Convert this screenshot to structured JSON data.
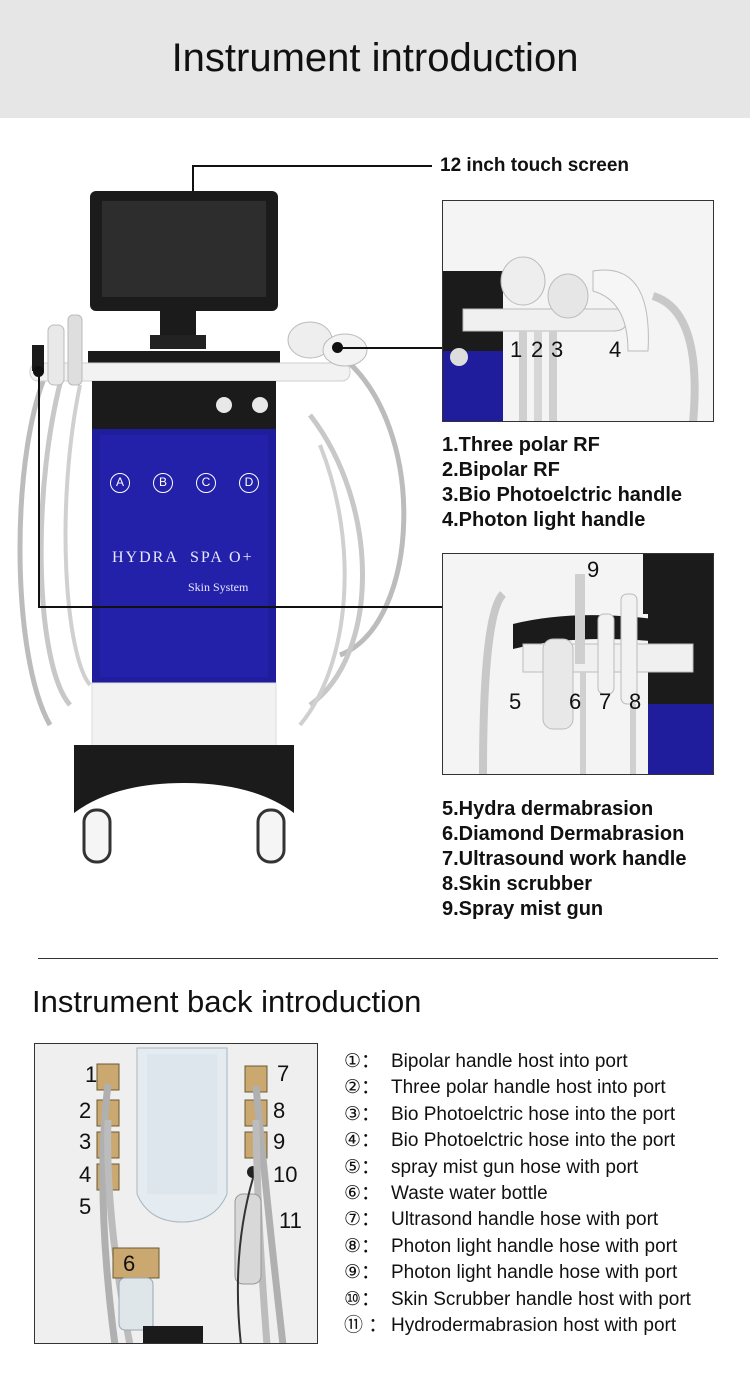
{
  "header": {
    "title": "Instrument introduction"
  },
  "callouts": {
    "screen_label": "12 inch touch screen"
  },
  "machine": {
    "brand": "HYDRA  SPA O+",
    "subtitle": "Skin System",
    "bottle_labels": [
      "A",
      "B",
      "C",
      "D"
    ],
    "colors": {
      "panel_blue": "#1f1d9c",
      "body_black": "#1b1b1b",
      "body_white": "#f2f2f2"
    }
  },
  "detail_top": {
    "numbers": [
      "1",
      "2",
      "3",
      "4"
    ],
    "items": [
      "1.Three polar RF",
      "2.Bipolar RF",
      "3.Bio Photoelctric handle",
      "4.Photon light handle"
    ]
  },
  "detail_bottom": {
    "numbers": [
      "5",
      "6",
      "7",
      "8",
      "9"
    ],
    "items": [
      "5.Hydra dermabrasion",
      "6.Diamond Dermabrasion",
      "7.Ultrasound work handle",
      "8.Skin scrubber",
      "9.Spray mist gun"
    ]
  },
  "back": {
    "title": "Instrument back introduction",
    "photo_numbers": [
      "1",
      "2",
      "3",
      "4",
      "5",
      "6",
      "7",
      "8",
      "9",
      "10",
      "11"
    ],
    "items": [
      {
        "num": "①：",
        "text": "Bipolar handle host into port"
      },
      {
        "num": "②：",
        "text": "Three polar handle host into port"
      },
      {
        "num": "③：",
        "text": "Bio Photoelctric hose into the port"
      },
      {
        "num": "④：",
        "text": "Bio Photoelctric hose into the port"
      },
      {
        "num": "⑤：",
        "text": "spray mist gun hose with port"
      },
      {
        "num": "⑥：",
        "text": "Waste water bottle"
      },
      {
        "num": "⑦：",
        "text": "Ultrasond handle hose with port"
      },
      {
        "num": "⑧：",
        "text": "Photon light handle hose with port"
      },
      {
        "num": "⑨：",
        "text": "Photon light handle hose with port"
      },
      {
        "num": "⑩：",
        "text": "Skin Scrubber handle host with port"
      },
      {
        "num": "⑪ ：",
        "text": " Hydrodermabrasion host with port"
      }
    ]
  }
}
